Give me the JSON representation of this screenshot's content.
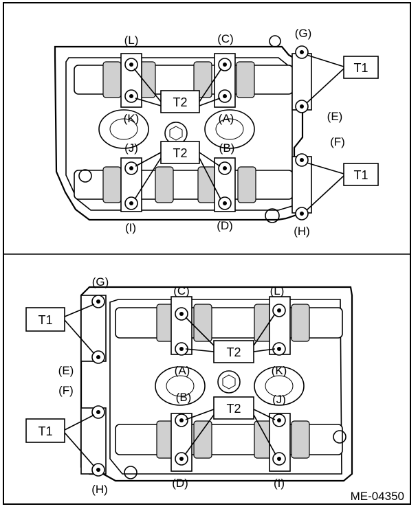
{
  "panel_top": {
    "labels": {
      "L": "(L)",
      "C": "(C)",
      "G": "(G)",
      "K": "(K)",
      "A": "(A)",
      "E": "(E)",
      "J": "(J)",
      "B": "(B)",
      "F": "(F)",
      "I": "(I)",
      "D": "(D)",
      "H": "(H)"
    },
    "tags": {
      "t2_upper": "T2",
      "t2_lower": "T2",
      "t1_upper": "T1",
      "t1_lower": "T1"
    }
  },
  "panel_bottom": {
    "labels": {
      "G": "(G)",
      "C": "(C)",
      "L": "(L)",
      "E": "(E)",
      "A": "(A)",
      "K": "(K)",
      "F": "(F)",
      "B": "(B)",
      "J": "(J)",
      "H": "(H)",
      "D": "(D)",
      "I": "(I)"
    },
    "tags": {
      "t1_upper": "T1",
      "t1_lower": "T1",
      "t2_upper": "T2",
      "t2_lower": "T2"
    }
  },
  "figure_code": "ME-04350"
}
